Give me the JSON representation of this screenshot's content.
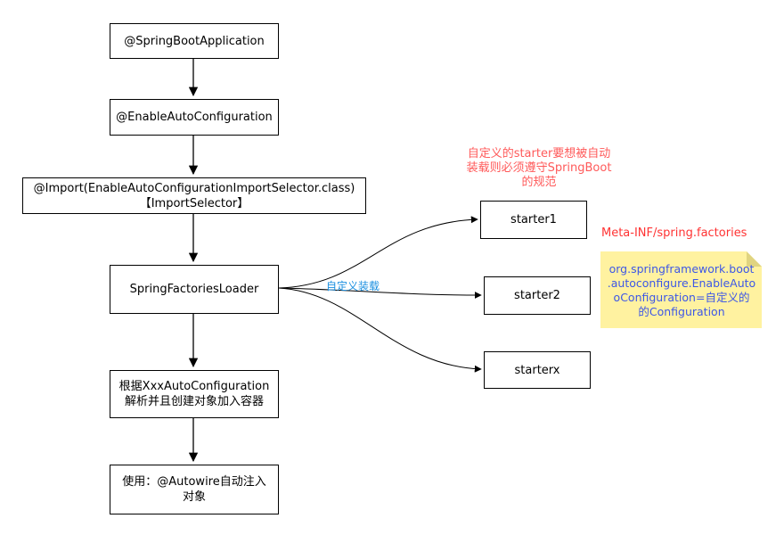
{
  "nodes": {
    "spring_boot_app": "@SpringBootApplication",
    "enable_auto_config": "@EnableAutoConfiguration",
    "import_line1": "@Import(EnableAutoConfigurationImportSelector.class)",
    "import_line2": "【ImportSelector】",
    "factories_loader": "SpringFactoriesLoader",
    "create_line1": "根据XxxAutoConfiguration",
    "create_line2": "解析并且创建对象加入容器",
    "use_line1": "使用：@Autowire自动注入",
    "use_line2": "对象",
    "starter1": "starter1",
    "starter2": "starter2",
    "starterx": "starterx"
  },
  "edge_label": "自定义装载",
  "annotation": {
    "line1": "自定义的starter要想被自动",
    "line2": "装载则必须遵守SpringBoot",
    "line3": "的规范"
  },
  "meta_inf_label": "Meta-INF/spring.factories",
  "sticky_note": {
    "line1": "org.springframework.boot",
    "line2": ".autoconfigure.EnableAuto",
    "line3": "oConfiguration=自定义的",
    "line4": "的Configuration"
  },
  "colors": {
    "annotation_red": "#ff5a5a",
    "meta_red": "#ff3333",
    "edge_label_blue": "#1a8fe0",
    "sticky_bg": "#fff2a0",
    "sticky_text_blue": "#3d57e6"
  }
}
